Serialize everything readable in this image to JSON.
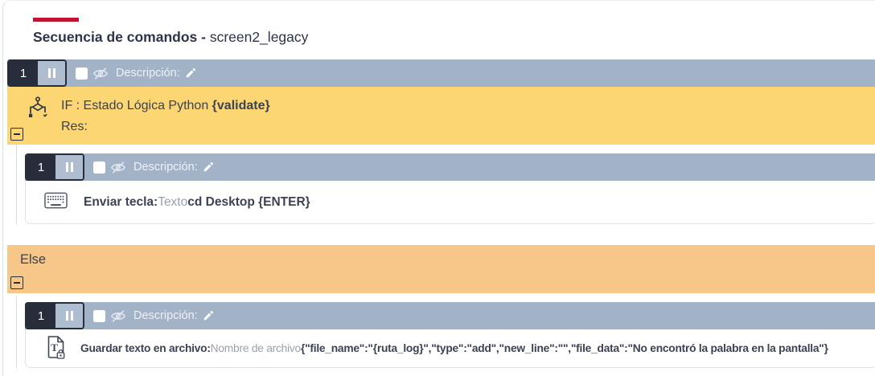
{
  "title": {
    "label": "Secuencia de comandos -",
    "script_name": "screen2_legacy"
  },
  "steps": {
    "if_header": {
      "order": "1",
      "description_label": "Descripción:"
    },
    "if_command": {
      "name": "IF : Estado Lógica Python",
      "variable": "{validate}",
      "result_label": "Res:"
    },
    "then_step": {
      "header": {
        "order": "1",
        "description_label": "Descripción:"
      },
      "command": {
        "name": "Enviar tecla:",
        "param_label": "Texto",
        "value": "cd Desktop {ENTER}"
      }
    },
    "else_row": {
      "label": "Else"
    },
    "else_step": {
      "header": {
        "order": "1",
        "description_label": "Descripción:"
      },
      "command": {
        "name": "Guardar texto en archivo:",
        "param_label": "Nombre de archivo",
        "value": "{\"file_name\":\"{ruta_log}\",\"type\":\"add\",\"new_line\":\"\",\"file_data\":\"No encontró la palabra en la pantalla\"}"
      }
    }
  },
  "icons": {
    "pause": "pause-icon",
    "eye_hidden": "eye-slash-icon",
    "edit": "pencil-icon",
    "if_condition": "branch-decision-icon",
    "send_key": "keyboard-icon",
    "save_text_file": "text-file-save-icon",
    "collapse": "minus-collapse-icon"
  },
  "colors": {
    "header_bar": "#a2b3c8",
    "order_badge": "#272d3a",
    "if_background": "#fcd672",
    "else_background": "#f7c78a",
    "accent_red": "#c21330",
    "param_gray": "#9aa1ae",
    "text_dark": "#3a4254"
  }
}
